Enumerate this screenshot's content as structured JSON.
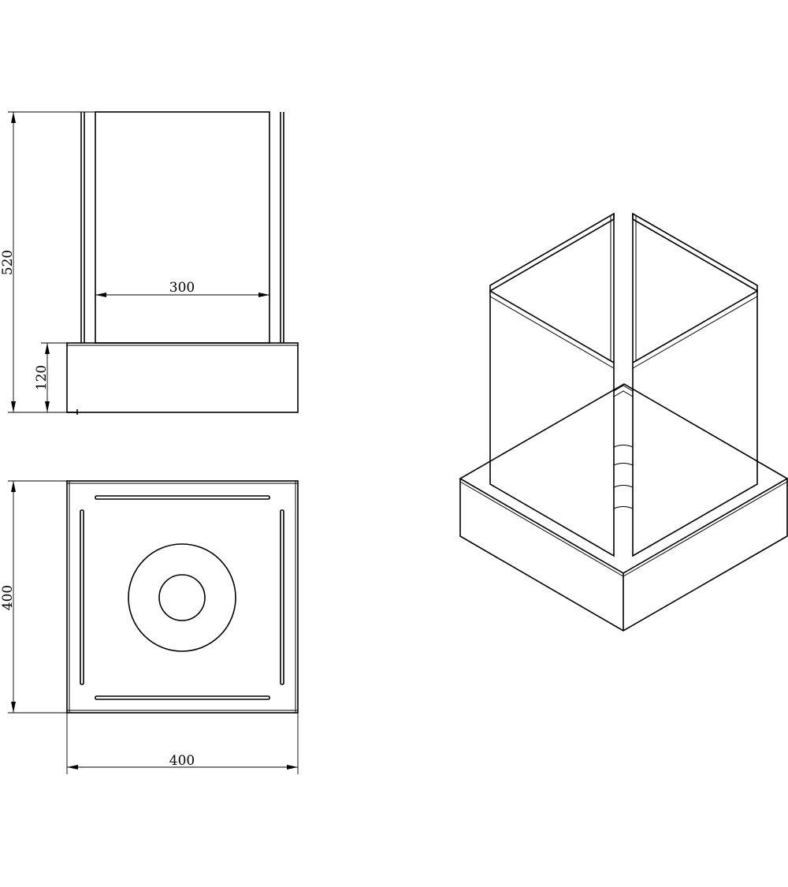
{
  "dimensions": {
    "front_height": "520",
    "inner_width": "300",
    "base_height": "120",
    "top_depth": "400",
    "top_width": "400"
  }
}
